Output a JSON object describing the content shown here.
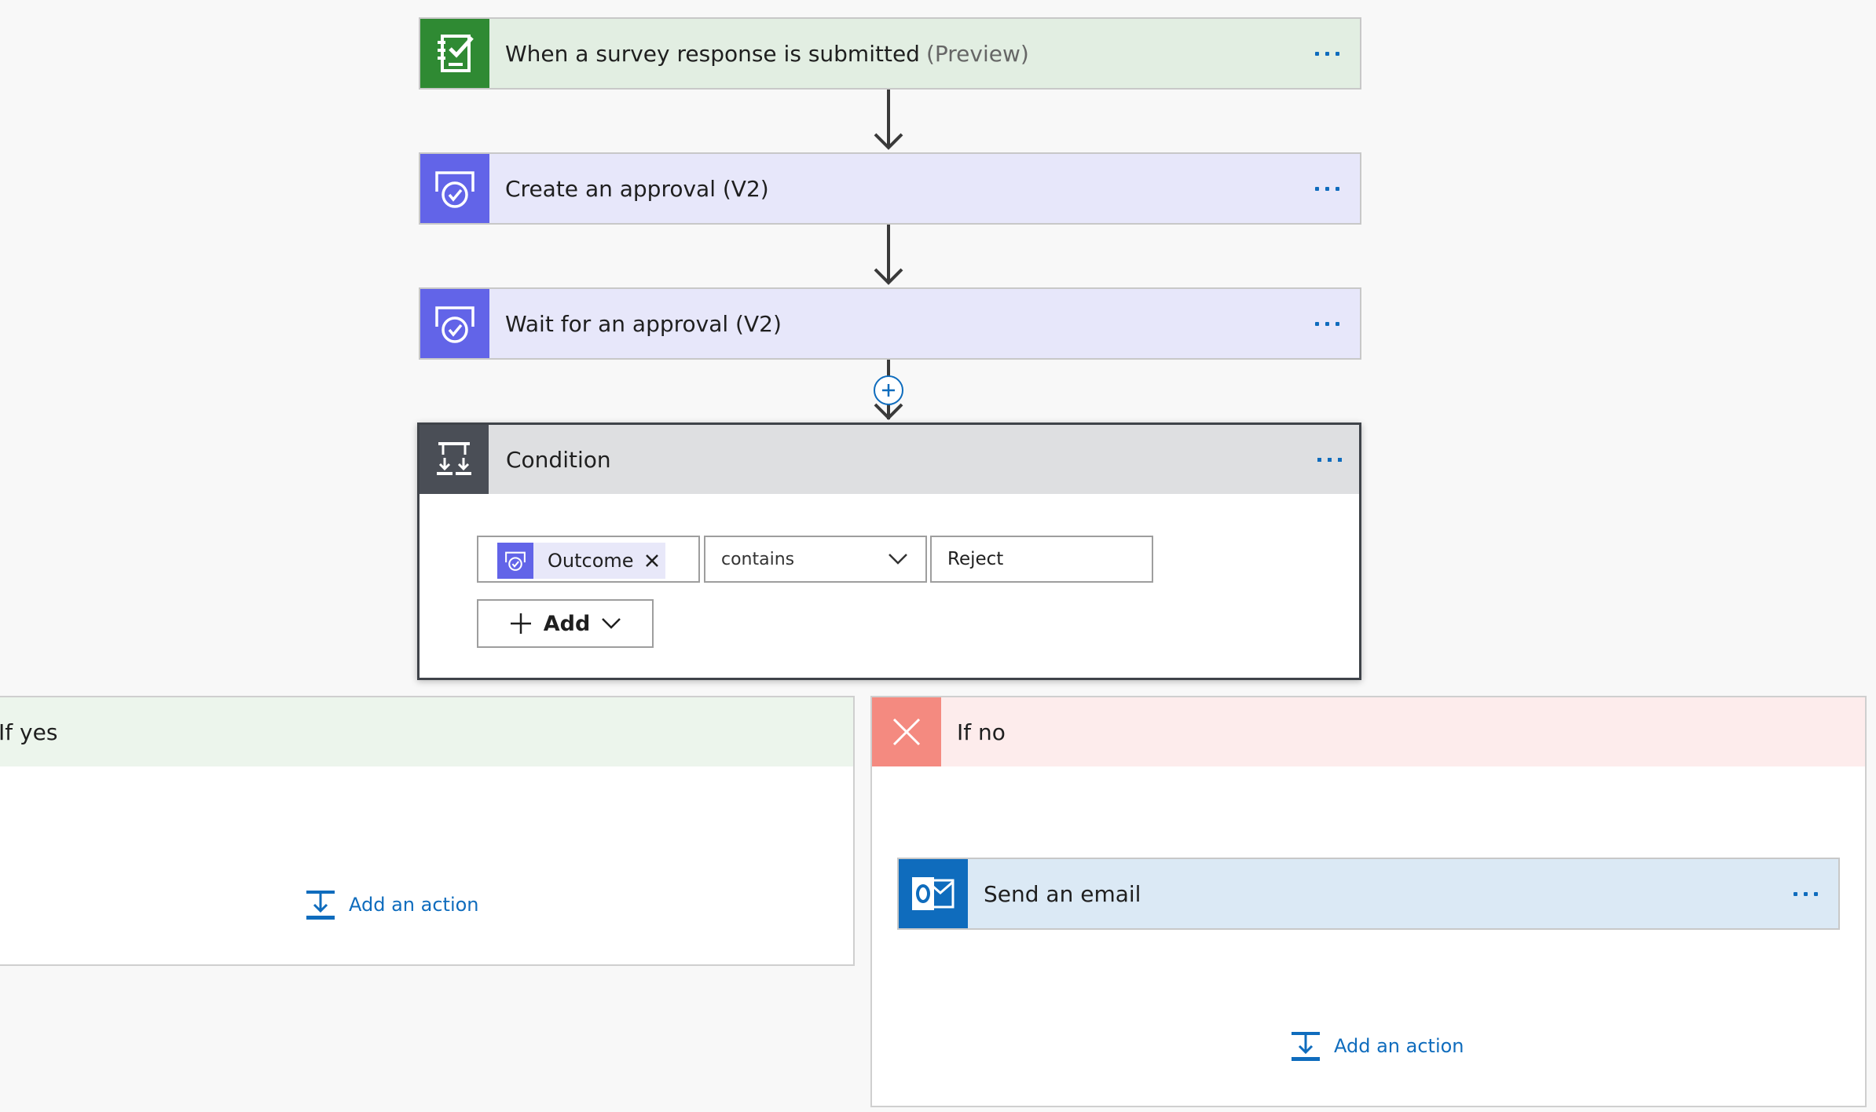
{
  "steps": [
    {
      "title": "When a survey response is submitted",
      "suffix": "(Preview)",
      "icon": "forms-icon",
      "color": "#2f8a33",
      "bg": "#e2eee2"
    },
    {
      "title": "Create an approval (V2)",
      "icon": "approval-icon",
      "color": "#6264e8",
      "bg": "#e7e7fa"
    },
    {
      "title": "Wait for an approval (V2)",
      "icon": "approval-icon",
      "color": "#6264e8",
      "bg": "#e7e7fa"
    }
  ],
  "condition": {
    "title": "Condition",
    "icon": "condition-icon",
    "header_color": "#4a4e56",
    "header_bg": "#dedfe1",
    "left_operand": "Outcome",
    "operator": "contains",
    "right_operand": "Reject",
    "add_label": "Add"
  },
  "branches": {
    "yes": {
      "label": "If yes",
      "bg": "#ecf5ec",
      "add_action_label": "Add an action"
    },
    "no": {
      "label": "If no",
      "bg": "#fdecec",
      "icon_bg": "#f48a80",
      "action": {
        "title": "Send an email",
        "icon": "outlook-icon",
        "color": "#0f6cbd",
        "bg": "#dbe9f5"
      },
      "add_action_label": "Add an action"
    }
  },
  "colors": {
    "accent": "#0f6cbd"
  }
}
